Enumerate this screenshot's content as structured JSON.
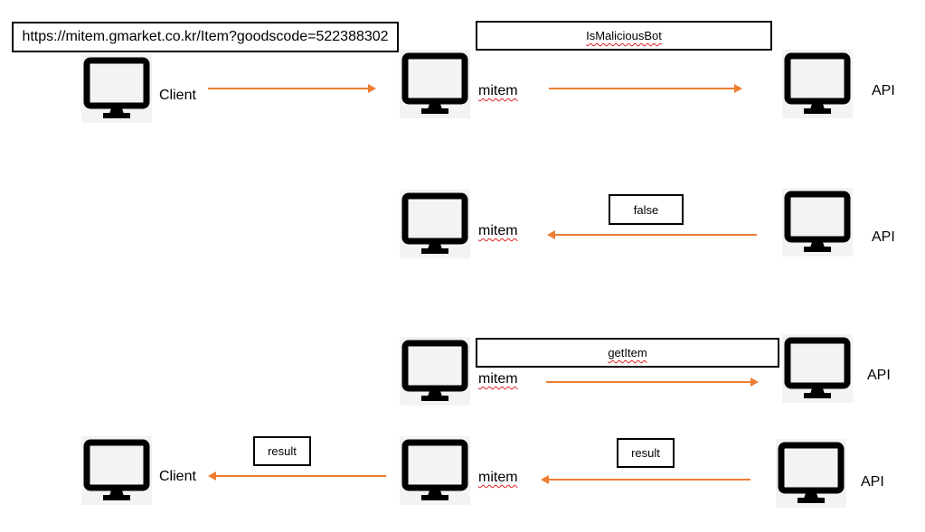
{
  "request": {
    "url": "https://mitem.gmarket.co.kr/Item?goodscode=522388302",
    "client_label": "Client",
    "mitem_label": "mitem",
    "api_label": "API",
    "call_label": "IsMaliciousBot"
  },
  "bot_check_response": {
    "mitem_label": "mitem",
    "api_label": "API",
    "value_label": "false"
  },
  "get_item": {
    "mitem_label": "mitem",
    "api_label": "API",
    "call_label": "getItem"
  },
  "response": {
    "client_label": "Client",
    "mitem_label": "mitem",
    "api_label": "API",
    "result_to_client_label": "result",
    "result_from_api_label": "result"
  },
  "colors": {
    "arrow": "#ed7d31",
    "monitor": "#000000",
    "spellcheck": "#e02020"
  },
  "icons": {
    "node": "monitor-icon"
  }
}
